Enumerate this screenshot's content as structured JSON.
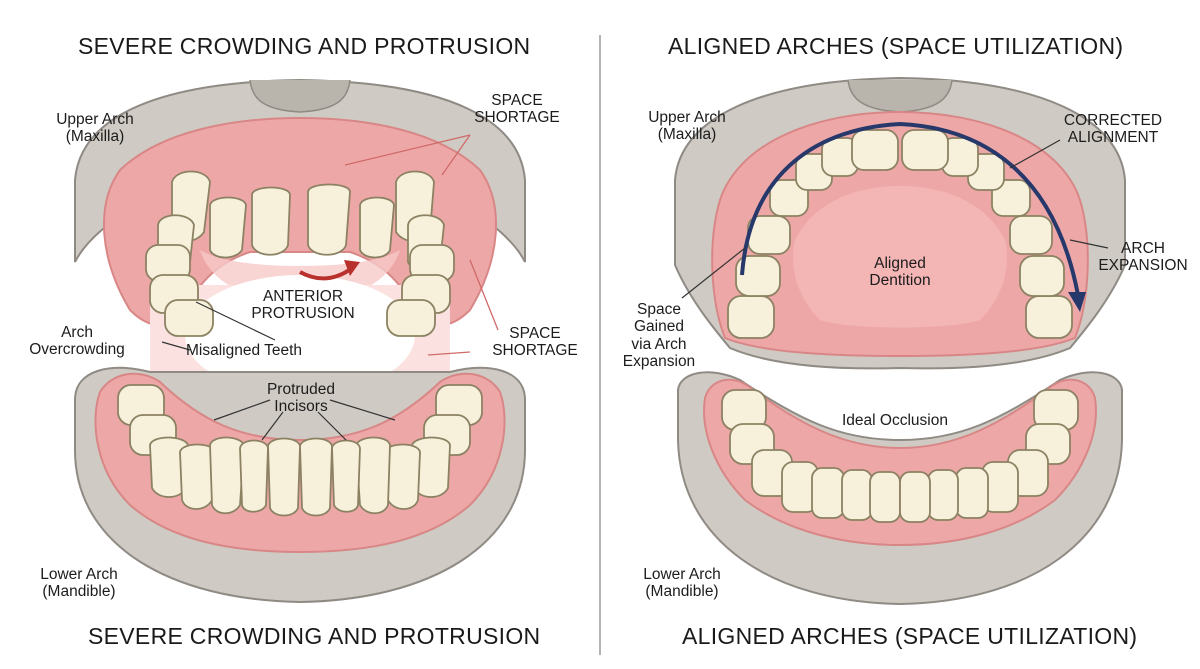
{
  "colors": {
    "bone": "#cfcbc4",
    "bone_dark": "#b2ada5",
    "bone_line": "#8f8a83",
    "gum": "#eea7a7",
    "gum_light": "#f6c9c8",
    "gum_line": "#d88786",
    "tooth": "#f7f1dc",
    "tooth_line": "#8c8263",
    "arrow_red": "#b9312d",
    "arrow_navy": "#27386b",
    "divider": "#9a9a9a"
  },
  "left_panel": {
    "title_top": "SEVERE CROWDING AND PROTRUSION",
    "title_bottom": "SEVERE CROWDING AND PROTRUSION",
    "labels": {
      "upper_arch": [
        "Upper Arch",
        "(Maxilla)"
      ],
      "space_shortage_top": [
        "SPACE",
        "SHORTAGE"
      ],
      "anterior_protrusion": [
        "ANTERIOR",
        "PROTRUSION"
      ],
      "arch_overcrowding": [
        "Arch",
        "Overcrowding"
      ],
      "misaligned_teeth": "Misaligned Teeth",
      "space_shortage_side": [
        "SPACE",
        "SHORTAGE"
      ],
      "protruded_incisors": [
        "Protruded",
        "Incisors"
      ],
      "lower_arch": [
        "Lower Arch",
        "(Mandible)"
      ]
    }
  },
  "right_panel": {
    "title_top": "ALIGNED ARCHES (SPACE UTILIZATION)",
    "title_bottom": "ALIGNED ARCHES (SPACE UTILIZATION)",
    "labels": {
      "upper_arch": [
        "Upper Arch",
        "(Maxilla)"
      ],
      "corrected_alignment": [
        "CORRECTED",
        "ALIGNMENT"
      ],
      "arch_expansion": [
        "ARCH",
        "EXPANSION"
      ],
      "aligned_dentition": [
        "Aligned",
        "Dentition"
      ],
      "space_gained": [
        "Space",
        "Gained",
        "via Arch",
        "Expansion"
      ],
      "ideal_occlusion": "Ideal Occlusion",
      "lower_arch": [
        "Lower Arch",
        "(Mandible)"
      ]
    }
  }
}
